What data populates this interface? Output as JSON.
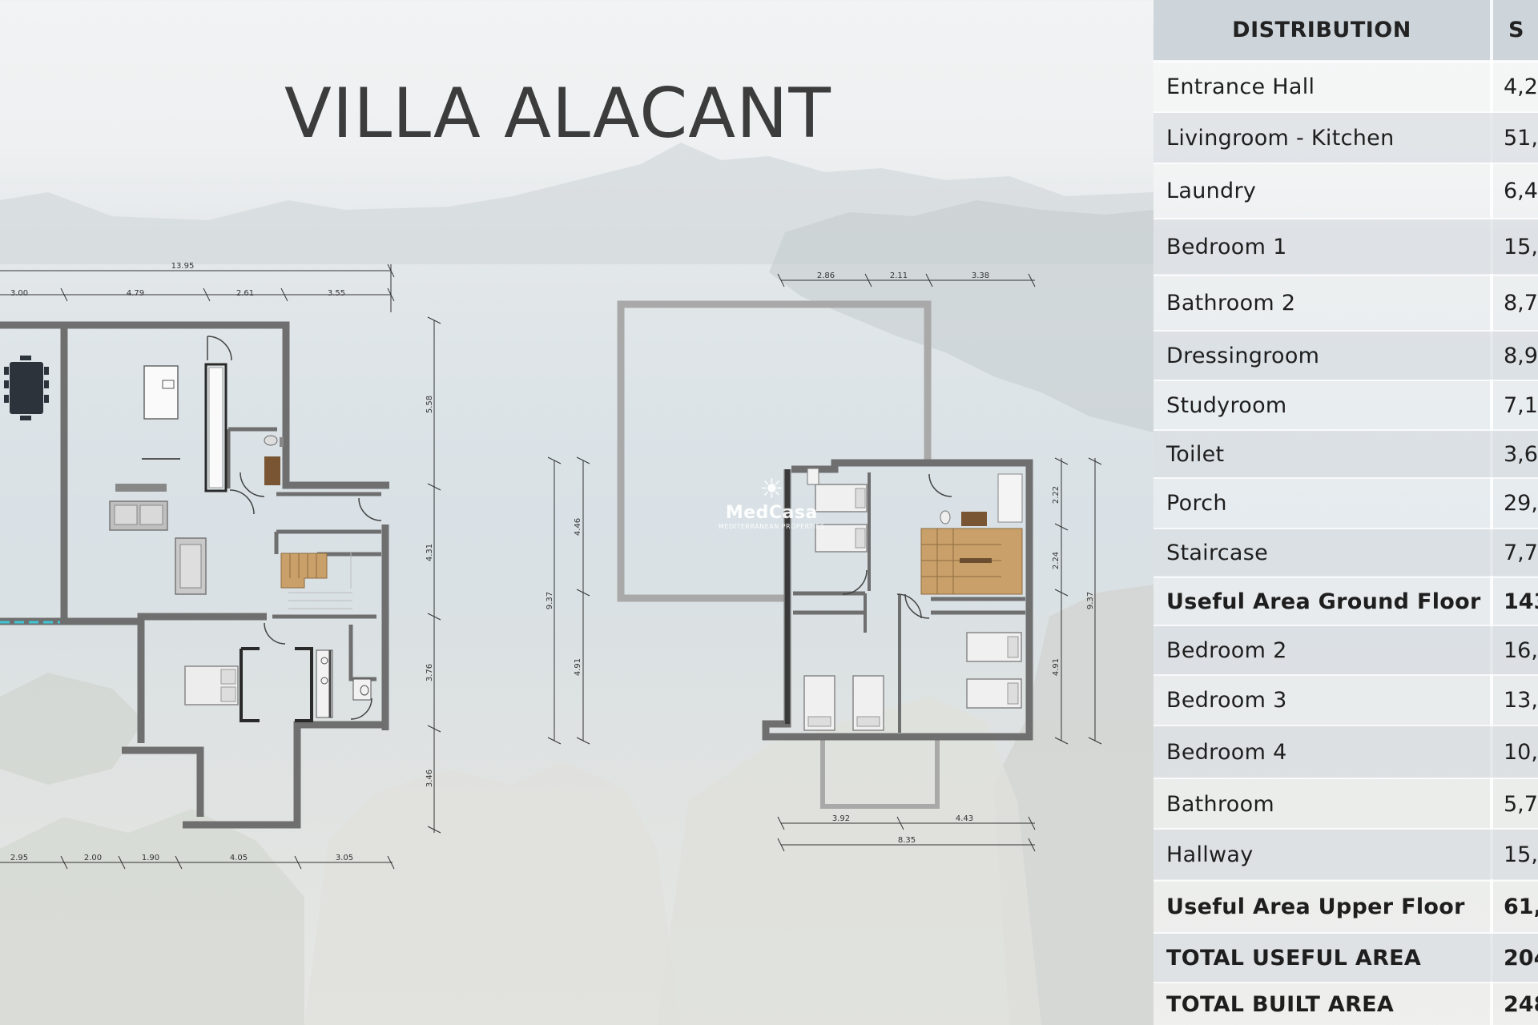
{
  "title": "VILLA ALACANT",
  "watermark": {
    "brand": "MedCasa",
    "tagline": "MEDITERRANEAN PROPERTIES"
  },
  "ground_floor_dims": {
    "top_total": "13.95",
    "top_segments": [
      "3.00",
      "4.79",
      "2.61",
      "3.55"
    ],
    "right_segments": [
      "5.58",
      "4.31",
      "3.76",
      "3.46"
    ],
    "bottom_segments": [
      "2.95",
      "2.00",
      "1.90",
      "4.05",
      "3.05"
    ]
  },
  "upper_floor_dims": {
    "top_segments": [
      "2.86",
      "2.11",
      "3.38"
    ],
    "left_segments": [
      "4.46",
      "4.91"
    ],
    "left_total": "9.37",
    "right_segments": [
      "2.22",
      "2.24",
      "4.91"
    ],
    "right_total": "9.37",
    "bottom_segments": [
      "3.92",
      "4.43"
    ],
    "bottom_total": "8.35"
  },
  "table": {
    "header_distribution": "DISTRIBUTION",
    "header_surface": "S",
    "rows": [
      {
        "name": "Entrance Hall",
        "value": "4,2",
        "bold": false
      },
      {
        "name": "Livingroom - Kitchen",
        "value": "51,",
        "bold": false
      },
      {
        "name": "Laundry",
        "value": "6,4",
        "bold": false
      },
      {
        "name": "Bedroom 1",
        "value": "15,",
        "bold": false
      },
      {
        "name": "Bathroom 2",
        "value": "8,7",
        "bold": false
      },
      {
        "name": "Dressingroom",
        "value": "8,9",
        "bold": false
      },
      {
        "name": "Studyroom",
        "value": "7,1",
        "bold": false
      },
      {
        "name": "Toilet",
        "value": "3,6",
        "bold": false
      },
      {
        "name": "Porch",
        "value": "29,",
        "bold": false
      },
      {
        "name": "Staircase",
        "value": "7,7",
        "bold": false
      },
      {
        "name": "Useful Area Ground Floor",
        "value": "143",
        "bold": true
      },
      {
        "name": "Bedroom 2",
        "value": "16,",
        "bold": false
      },
      {
        "name": "Bedroom 3",
        "value": "13,",
        "bold": false
      },
      {
        "name": "Bedroom 4",
        "value": "10,",
        "bold": false
      },
      {
        "name": "Bathroom",
        "value": "5,7",
        "bold": false
      },
      {
        "name": "Hallway",
        "value": "15,",
        "bold": false
      },
      {
        "name": "Useful Area Upper Floor",
        "value": "61,",
        "bold": true
      },
      {
        "name": "TOTAL USEFUL AREA",
        "value": "204",
        "bold": true
      },
      {
        "name": "TOTAL BUILT AREA",
        "value": "248",
        "bold": true
      }
    ]
  },
  "colors": {
    "wall": "#6f6f6f",
    "stair": "#c9a06a",
    "dim_line": "#333333",
    "accent_line": "#3fc6d6"
  }
}
